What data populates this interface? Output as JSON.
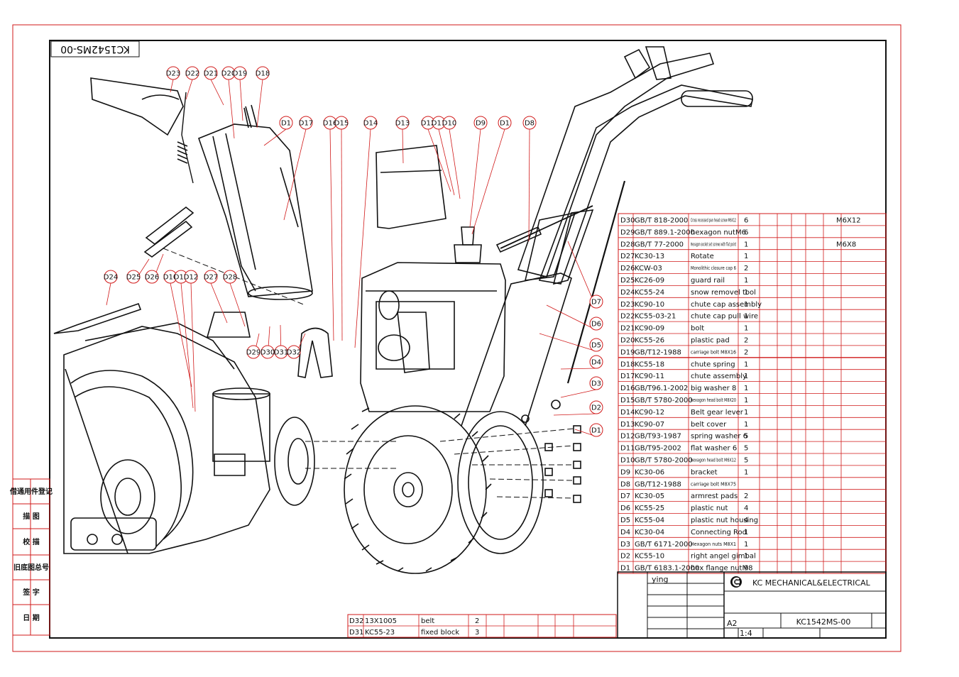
{
  "drawing_number": "KC1542MS-00",
  "company": "KC MECHANICAL&ELECTRICAL",
  "designer": "ying",
  "sheet_size": "A2",
  "scale": "1:4",
  "side_labels": [
    "借通用件登记",
    "描 图",
    "校 描",
    "旧底图总号",
    "签 字",
    "日 期"
  ],
  "callouts": [
    "D23",
    "D22",
    "D21",
    "D20",
    "D19",
    "D18",
    "D1",
    "D17",
    "D16",
    "D15",
    "D14",
    "D13",
    "D12",
    "D11",
    "D10",
    "D9",
    "D1",
    "D8",
    "D24",
    "D25",
    "D26",
    "D10",
    "D11",
    "D12",
    "D27",
    "D28",
    "D29",
    "D30",
    "D31",
    "D32",
    "D7",
    "D6",
    "D5",
    "D4",
    "D3",
    "D2",
    "D1"
  ],
  "bom": [
    {
      "no": "D30",
      "code": "GB/T 818-2000",
      "name": "Cross recessed pan head screw M6X12",
      "qty": "6",
      "note": "M6X12",
      "small": true
    },
    {
      "no": "D29",
      "code": "GB/T 889.1-2000",
      "name": "hexagon nutM6",
      "qty": "6",
      "note": ""
    },
    {
      "no": "D28",
      "code": "GB/T 77-2000",
      "name": "Hexagon socket set screws with flat point",
      "qty": "1",
      "note": "M6X8",
      "small": true
    },
    {
      "no": "D27",
      "code": "KC30-13",
      "name": "Rotate",
      "qty": "1",
      "note": ""
    },
    {
      "no": "D26",
      "code": "KCW-03",
      "name": "Monolithic closure cap 6",
      "qty": "2",
      "note": "",
      "small": true
    },
    {
      "no": "D25",
      "code": "KC26-09",
      "name": "guard rail",
      "qty": "1",
      "note": ""
    },
    {
      "no": "D24",
      "code": "KC55-24",
      "name": "snow removel tool",
      "qty": "1",
      "note": ""
    },
    {
      "no": "D23",
      "code": "KC90-10",
      "name": "chute cap assembly",
      "qty": "1",
      "note": ""
    },
    {
      "no": "D22",
      "code": "KC55-03-21",
      "name": "chute cap pull wire",
      "qty": "1",
      "note": ""
    },
    {
      "no": "D21",
      "code": "KC90-09",
      "name": "bolt",
      "qty": "1",
      "note": ""
    },
    {
      "no": "D20",
      "code": "KC55-26",
      "name": "plastic pad",
      "qty": "2",
      "note": ""
    },
    {
      "no": "D19",
      "code": "GB/T12-1988",
      "name": "carriage bolt M8X16",
      "qty": "2",
      "note": "",
      "small": true
    },
    {
      "no": "D18",
      "code": "KC55-18",
      "name": "chute spring",
      "qty": "1",
      "note": ""
    },
    {
      "no": "D17",
      "code": "KC90-11",
      "name": "chute assembly",
      "qty": "1",
      "note": ""
    },
    {
      "no": "D16",
      "code": "GB/T96.1-2002",
      "name": "big washer 8",
      "qty": "1",
      "note": ""
    },
    {
      "no": "D15",
      "code": "GB/T 5780-2000",
      "name": "hexagon head bolt M8X20",
      "qty": "1",
      "note": "",
      "small": true
    },
    {
      "no": "D14",
      "code": "KC90-12",
      "name": "Belt gear lever",
      "qty": "1",
      "note": ""
    },
    {
      "no": "D13",
      "code": "KC90-07",
      "name": "belt cover",
      "qty": "1",
      "note": ""
    },
    {
      "no": "D12",
      "code": "GB/T93-1987",
      "name": "spring washer 6",
      "qty": "5",
      "note": ""
    },
    {
      "no": "D11",
      "code": "GB/T95-2002",
      "name": "flat washer 6",
      "qty": "5",
      "note": ""
    },
    {
      "no": "D10",
      "code": "GB/T 5780-2000",
      "name": "hexagon head bolt M6X12",
      "qty": "5",
      "note": "",
      "small": true
    },
    {
      "no": "D9",
      "code": "KC30-06",
      "name": "bracket",
      "qty": "1",
      "note": ""
    },
    {
      "no": "D8",
      "code": "GB/T12-1988",
      "name": "carriage bolt M8X75",
      "qty": "",
      "note": "",
      "small": true
    },
    {
      "no": "D7",
      "code": "KC30-05",
      "name": "armrest pads",
      "qty": "2",
      "note": ""
    },
    {
      "no": "D6",
      "code": "KC55-25",
      "name": "plastic nut",
      "qty": "4",
      "note": ""
    },
    {
      "no": "D5",
      "code": "KC55-04",
      "name": "plastic nut housing",
      "qty": "4",
      "note": ""
    },
    {
      "no": "D4",
      "code": "KC30-04",
      "name": "Connecting Rod",
      "qty": "1",
      "note": ""
    },
    {
      "no": "D3",
      "code": "GB/T 6171-2000",
      "name": "Hexagon nuts M8X1",
      "qty": "1",
      "note": "",
      "small": true
    },
    {
      "no": "D2",
      "code": "KC55-10",
      "name": "right angel gimbal",
      "qty": "1",
      "note": ""
    },
    {
      "no": "D1",
      "code": "GB/T 6183.1-2000",
      "name": "hex flange nutM8",
      "qty": "9",
      "note": ""
    }
  ],
  "bom_bottom": [
    {
      "no": "D32",
      "code": "13X1005",
      "name": "belt",
      "qty": "2"
    },
    {
      "no": "D31",
      "code": "KC55-23",
      "name": "fixed block",
      "qty": "3"
    }
  ],
  "colors": {
    "frame_red": "#d11a1a",
    "ink": "#111111",
    "paper": "#ffffff"
  }
}
